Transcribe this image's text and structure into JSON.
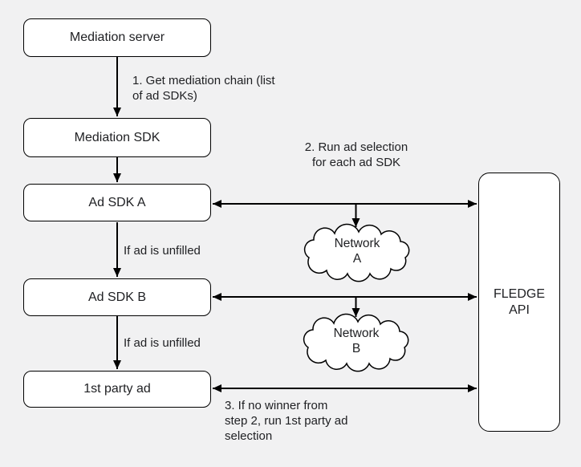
{
  "diagram": {
    "background_color": "#f1f1f2",
    "line_color": "#000000",
    "text_color": "#202124",
    "nodes": {
      "mediation_server": {
        "label": "Mediation server"
      },
      "mediation_sdk": {
        "label": "Mediation SDK"
      },
      "ad_sdk_a": {
        "label": "Ad SDK A"
      },
      "ad_sdk_b": {
        "label": "Ad SDK B"
      },
      "first_party_ad": {
        "label": "1st party ad"
      },
      "fledge_api": {
        "label": "FLEDGE\nAPI"
      },
      "network_a": {
        "label": "Network\nA"
      },
      "network_b": {
        "label": "Network\nB"
      }
    },
    "annotations": {
      "step1": "1. Get mediation chain (list\nof ad SDKs)",
      "step2": "2. Run ad selection\nfor each ad SDK",
      "step3": "3. If no winner from\nstep 2, run 1st party ad\nselection",
      "unfilled_a": "If ad is unfilled",
      "unfilled_b": "If ad is unfilled"
    }
  }
}
